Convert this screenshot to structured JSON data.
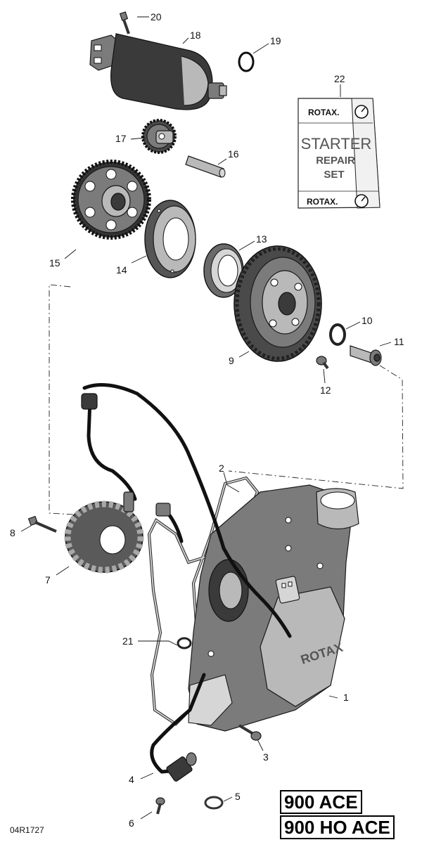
{
  "callouts": [
    "1",
    "2",
    "3",
    "4",
    "5",
    "6",
    "7",
    "8",
    "9",
    "10",
    "11",
    "12",
    "13",
    "14",
    "15",
    "16",
    "17",
    "18",
    "19",
    "20",
    "21",
    "22"
  ],
  "kit_card": {
    "brand_top": "ROTAX.",
    "line1": "STARTER",
    "line2": "REPAIR",
    "line3": "SET",
    "brand_bottom": "ROTAX."
  },
  "cover_logo": "ROTAX",
  "models": [
    "900 ACE",
    "900 HO ACE"
  ],
  "reference_code": "04R1727"
}
